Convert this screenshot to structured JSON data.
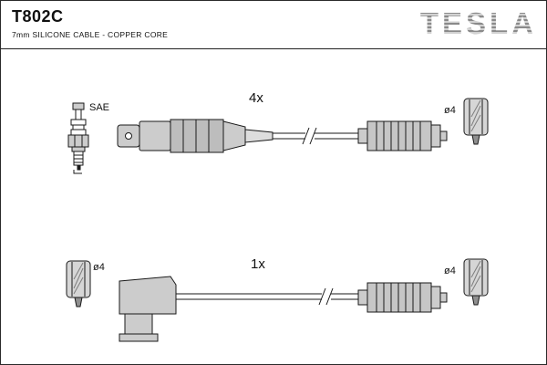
{
  "header": {
    "part_number": "T802C",
    "subtitle": "7mm SILICONE CABLE - COPPER CORE",
    "brand": "TESLA"
  },
  "top_assembly": {
    "quantity": "4x",
    "plug_label": "SAE",
    "terminal_diameter": "ø4"
  },
  "bottom_assembly": {
    "quantity": "1x",
    "left_terminal_diameter": "ø4",
    "right_terminal_diameter": "ø4"
  },
  "colors": {
    "connector_fill": "#cccccc",
    "connector_dark": "#bdbdbd",
    "line": "#1a1a1a",
    "brand_gray": "#9f9f9f"
  }
}
